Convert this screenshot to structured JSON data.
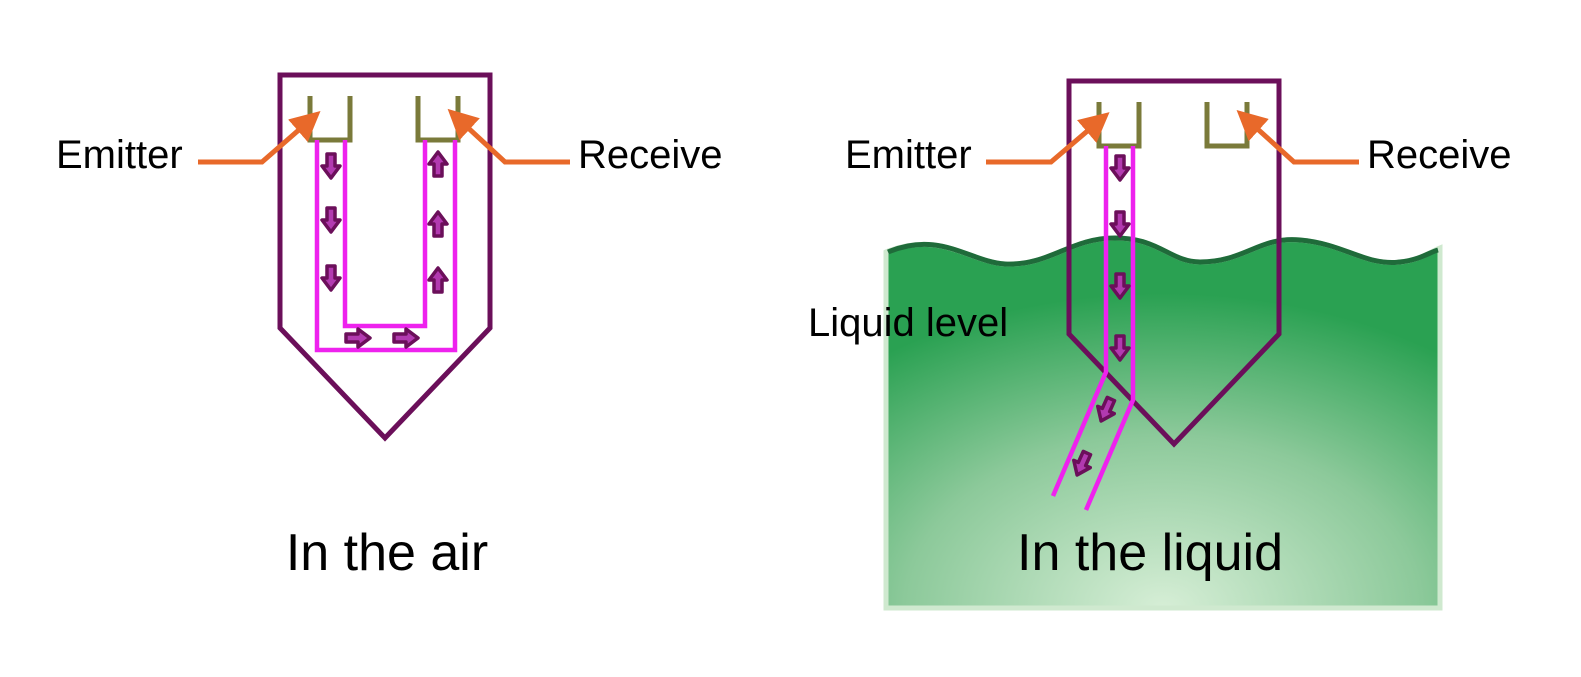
{
  "panels": {
    "air": {
      "emitter_label": "Emitter",
      "receive_label": "Receive",
      "caption": "In the air"
    },
    "liquid": {
      "emitter_label": "Emitter",
      "receive_label": "Receive",
      "level_label": "Liquid level",
      "caption": "In the liquid"
    }
  },
  "colors": {
    "probe": "#6b0f5a",
    "light_path": "#ee22ee",
    "arrow": "#6b0f5a",
    "sensor": "#7a7a3a",
    "pointer": "#e8692a",
    "liquid_dark": "#2b9e55",
    "liquid_light": "#cfe9cf",
    "liquid_edge": "#1f6b3a"
  },
  "icons": {
    "flow_arrow": "arrow-icon",
    "pointer_arrow": "pointer-arrow-icon"
  }
}
